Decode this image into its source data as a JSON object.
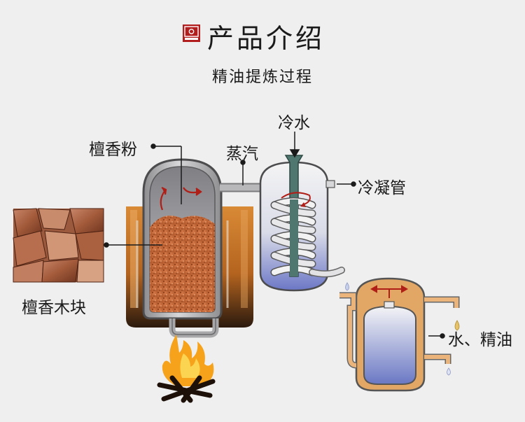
{
  "header": {
    "title": "产品介绍",
    "subtitle": "精油提炼过程"
  },
  "labels": {
    "sandalwood_powder": "檀香粉",
    "steam": "蒸汽",
    "cold_water": "冷水",
    "condenser": "冷凝管",
    "sandalwood_chips": "檀香木块",
    "water_and_oil": "水、精油"
  },
  "colors": {
    "background": "#efefef",
    "copper": "#d2802a",
    "vessel_gray": "#a9a9ab",
    "sawdust": "#c77043",
    "water_blue": "#6d7cc4",
    "separator_orange": "#e3a765",
    "arrow_red": "#b01f17",
    "pipe_teal": "#4f7770"
  }
}
